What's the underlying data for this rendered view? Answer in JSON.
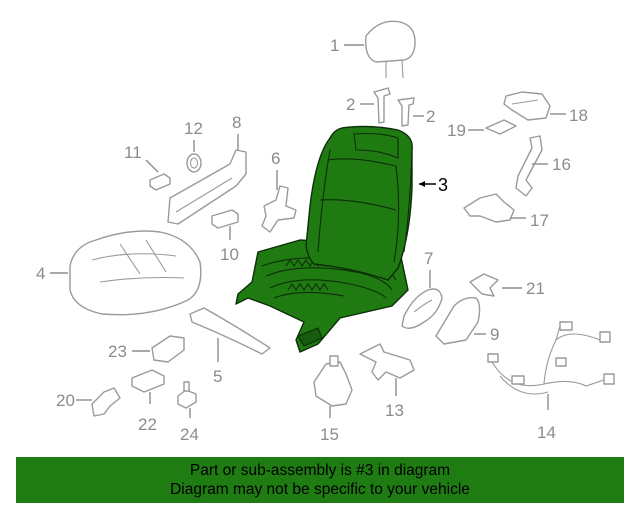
{
  "diagram": {
    "highlighted_part": "3",
    "highlight_color": "#1e7c13",
    "callouts": [
      "1",
      "2",
      "2",
      "3",
      "4",
      "5",
      "6",
      "7",
      "8",
      "9",
      "10",
      "11",
      "12",
      "13",
      "14",
      "15",
      "16",
      "17",
      "18",
      "19",
      "20",
      "21",
      "22",
      "23",
      "24"
    ]
  },
  "banner": {
    "line1": "Part or sub-assembly is #3 in diagram",
    "line2": "Diagram may not be specific to your vehicle",
    "background": "#1e7c13"
  }
}
